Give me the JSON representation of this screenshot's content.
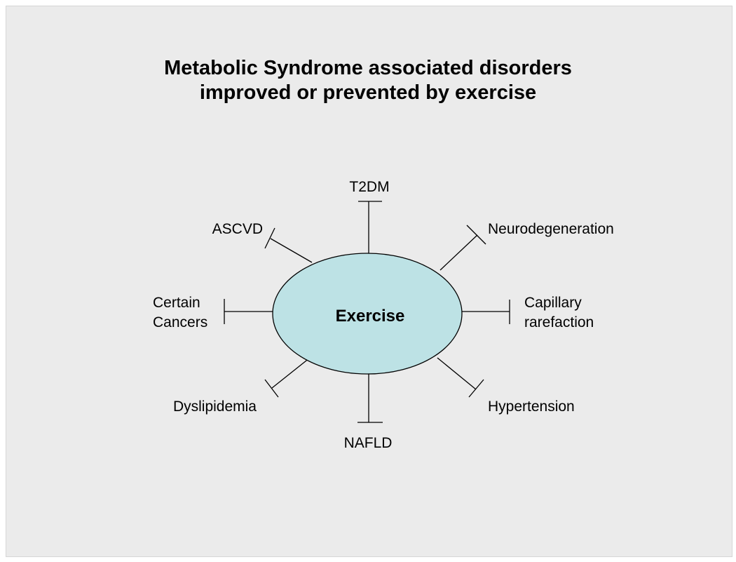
{
  "title": {
    "line1": "Metabolic Syndrome associated disorders",
    "line2": "improved or prevented by exercise"
  },
  "center": {
    "label": "Exercise",
    "fill_color": "#bde2e5"
  },
  "nodes": [
    {
      "id": "t2dm",
      "lines": [
        "T2DM"
      ]
    },
    {
      "id": "neuro",
      "lines": [
        "Neurodegeneration"
      ]
    },
    {
      "id": "capillary",
      "lines": [
        "Capillary",
        "rarefaction"
      ]
    },
    {
      "id": "hypertension",
      "lines": [
        "Hypertension"
      ]
    },
    {
      "id": "nafld",
      "lines": [
        "NAFLD"
      ]
    },
    {
      "id": "dyslipidemia",
      "lines": [
        "Dyslipidemia"
      ]
    },
    {
      "id": "cancers",
      "lines": [
        "Certain",
        "Cancers"
      ]
    },
    {
      "id": "ascvd",
      "lines": [
        "ASCVD"
      ]
    }
  ],
  "edge_type": "inhibition"
}
